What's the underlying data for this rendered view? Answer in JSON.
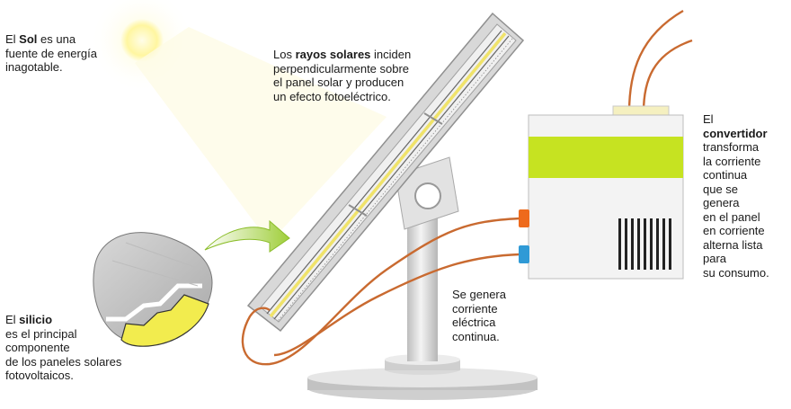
{
  "colors": {
    "sun_glow": "#fffbe0",
    "sun_core": "#fff7a8",
    "panel_frame": "#b8b8b8",
    "panel_yellow": "#f4ee9a",
    "cable": "#c96a30",
    "converter_green": "#c6e321",
    "converter_body": "#f2f2f2",
    "plug_orange": "#ee6a1c",
    "plug_blue": "#2f9ad6",
    "arrow_green": "#9fce3a",
    "silicon_yellow": "#f2ec4e",
    "stand_gray": "#d6d6d6"
  },
  "texts": {
    "sun": {
      "l1_pre": "El ",
      "l1_bold": "Sol",
      "l1_post": " es una",
      "l2": "fuente de energía",
      "l3": "inagotable."
    },
    "rays": {
      "l1_pre": "Los ",
      "l1_bold": "rayos solares",
      "l1_post": " inciden",
      "l2": "perpendicularmente sobre",
      "l3": "el panel solar y producen",
      "l4": "un efecto fotoeléctrico."
    },
    "converter": {
      "l1": "El",
      "l2_bold": "convertidor",
      "lines": [
        "transforma",
        "la corriente",
        "continua",
        "que se",
        "genera",
        "en el panel",
        "en corriente",
        "alterna lista",
        "para",
        "su consumo."
      ]
    },
    "current": {
      "lines": [
        "Se genera",
        "corriente",
        "eléctrica",
        "continua."
      ]
    },
    "silicon": {
      "l1_pre": "El ",
      "l1_bold": "silicio",
      "lines": [
        "es el principal",
        "componente",
        "de los paneles solares",
        "fotovoltaicos."
      ]
    }
  }
}
